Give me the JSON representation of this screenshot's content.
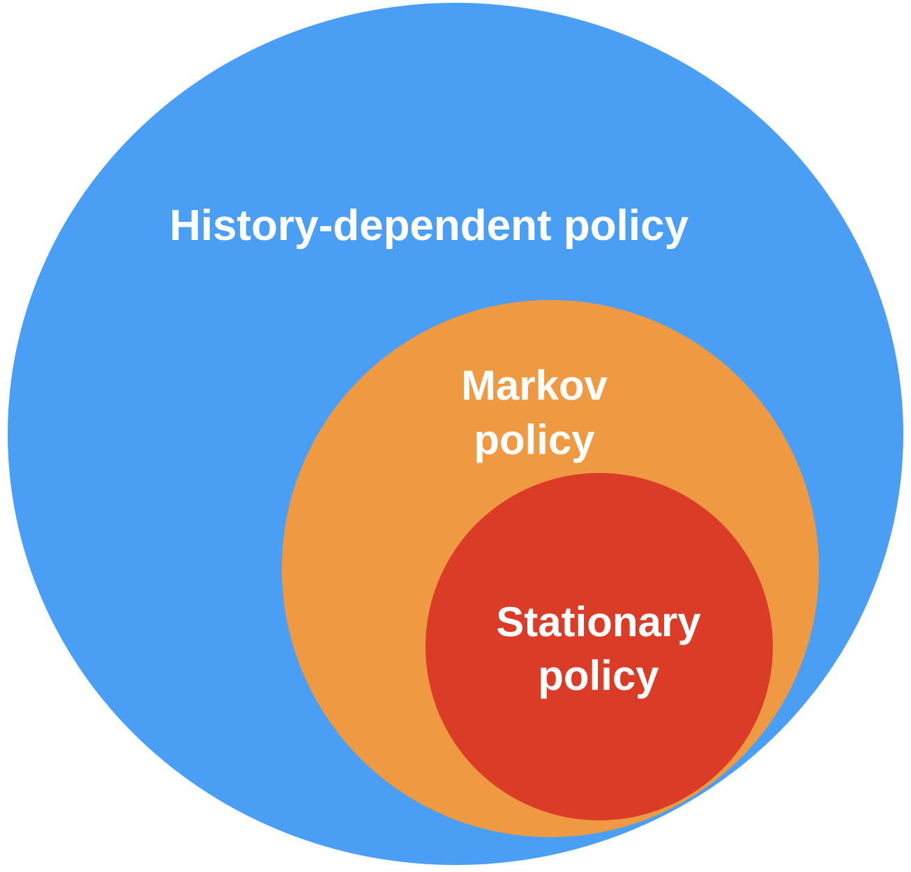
{
  "diagram": {
    "type": "nested-sets",
    "sets": [
      {
        "id": "history",
        "label": "History-dependent policy",
        "color": "#4a9ef3",
        "contains": "markov"
      },
      {
        "id": "markov",
        "label_lines": [
          "Markov",
          "policy"
        ],
        "color": "#ef9a42",
        "contains": "stationary"
      },
      {
        "id": "stationary",
        "label_lines": [
          "Stationary",
          "policy"
        ],
        "color": "#db3c27"
      }
    ]
  }
}
